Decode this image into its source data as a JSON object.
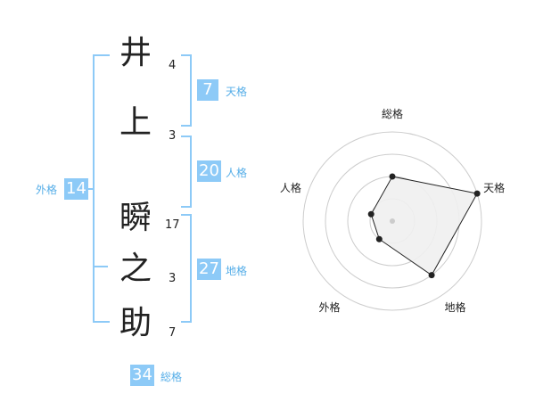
{
  "name": {
    "characters": [
      {
        "char": "井",
        "strokes": "4"
      },
      {
        "char": "上",
        "strokes": "3"
      },
      {
        "char": "瞬",
        "strokes": "17"
      },
      {
        "char": "之",
        "strokes": "3"
      },
      {
        "char": "助",
        "strokes": "7"
      }
    ]
  },
  "kaku": {
    "tenkaku": {
      "value": "7",
      "label": "天格"
    },
    "jinkaku": {
      "value": "20",
      "label": "人格"
    },
    "chikaku": {
      "value": "27",
      "label": "地格"
    },
    "gaikaku": {
      "value": "14",
      "label": "外格"
    },
    "soukaku": {
      "value": "34",
      "label": "総格"
    }
  },
  "radar": {
    "axes": [
      "総格",
      "天格",
      "地格",
      "外格",
      "人格"
    ],
    "levels": 4,
    "values": [
      2,
      4,
      3,
      1,
      1
    ],
    "colors": {
      "ring": "#cccccc",
      "fill": "#f0f0f0",
      "line": "#222222",
      "point": "#222222",
      "center": "#cccccc"
    }
  },
  "colors": {
    "accent": "#8dcaf7",
    "label": "#56aee8"
  }
}
